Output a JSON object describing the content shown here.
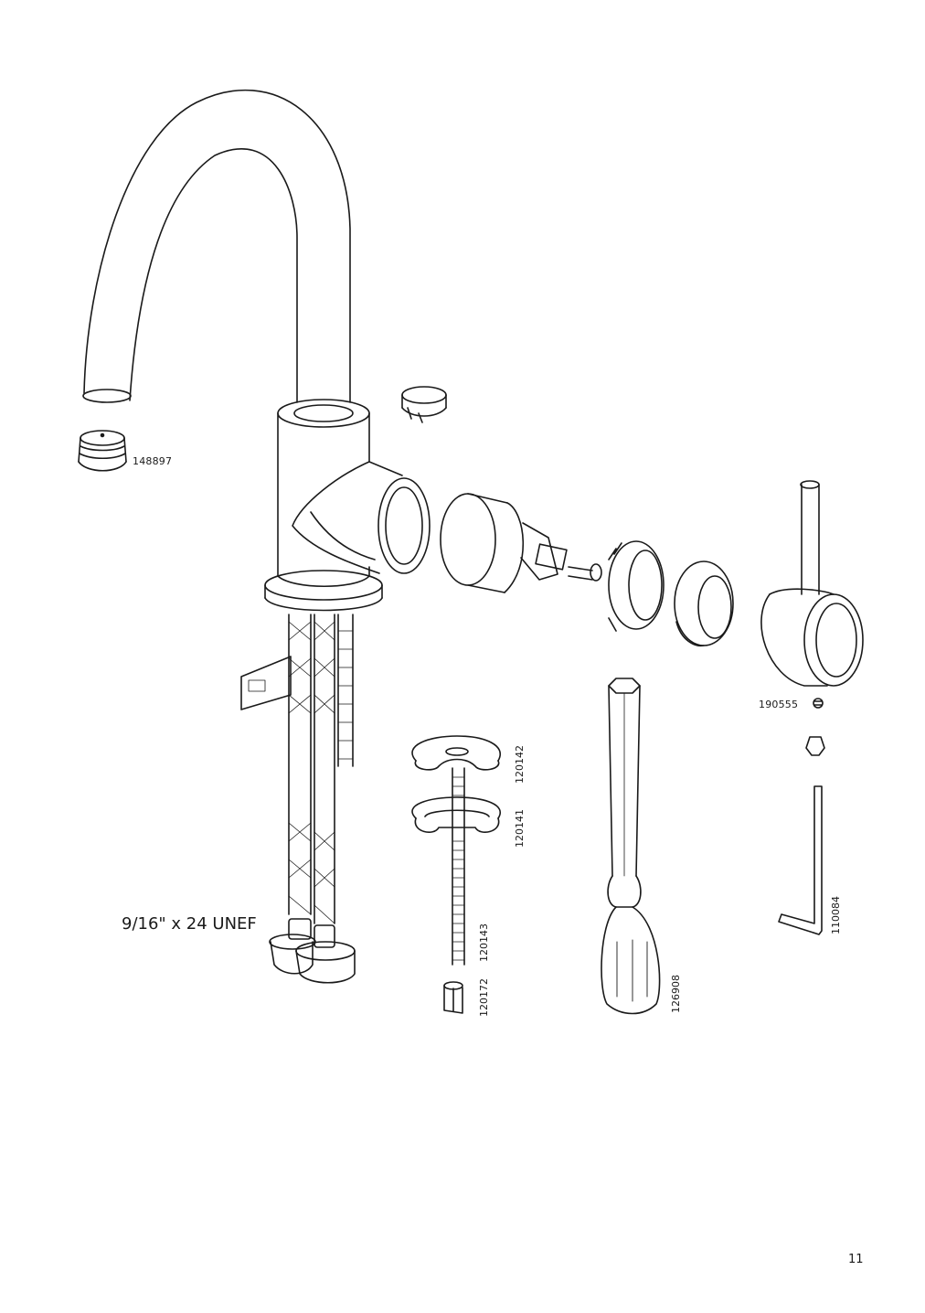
{
  "parts": {
    "aerator": "148897",
    "set_screw": "190555",
    "washer_c": "120142",
    "washer_horseshoe": "120141",
    "threaded_rod": "120143",
    "nut": "120172",
    "tube_wrench": "126908",
    "allen_key": "110084"
  },
  "thread_spec": "9/16\" x 24 UNEF",
  "page_number": "11",
  "colors": {
    "line": "#1a1a1a",
    "background": "#ffffff"
  }
}
